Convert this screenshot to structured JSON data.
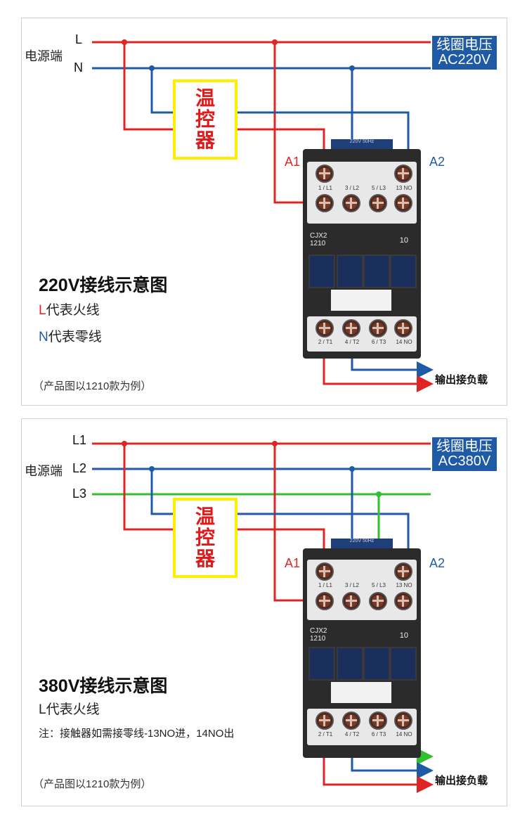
{
  "panel1": {
    "source_label": "电源端",
    "line_L": "L",
    "line_N": "N",
    "coil_line1": "线圈电压",
    "coil_line2": "AC220V",
    "thermostat": [
      "温",
      "控",
      "器"
    ],
    "a1": "A1",
    "a2": "A2",
    "title": "220V接线示意图",
    "legend_L_letter": "L",
    "legend_L_text": "代表火线",
    "legend_N_letter": "N",
    "legend_N_text": "代表零线",
    "footnote": "（产品图以1210款为例）",
    "output_label": "输出接负载",
    "contactor": {
      "rating": "220V 50Hz",
      "top_terminals": [
        "1 / L1",
        "3 / L2",
        "5 / L3",
        "13 NO"
      ],
      "bottom_terminals": [
        "2 / T1",
        "4 / T2",
        "6 / T3",
        "14 NO"
      ],
      "model_line1": "CJX2",
      "model_line2": "1210",
      "aux": "10"
    }
  },
  "panel2": {
    "source_label": "电源端",
    "line_L1": "L1",
    "line_L2": "L2",
    "line_L3": "L3",
    "coil_line1": "线圈电压",
    "coil_line2": "AC380V",
    "thermostat": [
      "温",
      "控",
      "器"
    ],
    "a1": "A1",
    "a2": "A2",
    "title": "380V接线示意图",
    "legend_L": "L代表火线",
    "note": "注：接触器如需接零线-13NO进，14NO出",
    "footnote": "（产品图以1210款为例）",
    "output_label": "输出接负载",
    "contactor": {
      "rating": "220V 50Hz",
      "top_terminals": [
        "1 / L1",
        "3 / L2",
        "5 / L3",
        "13 NO"
      ],
      "bottom_terminals": [
        "2 / T1",
        "4 / T2",
        "6 / T3",
        "14 NO"
      ],
      "model_line1": "CJX2",
      "model_line2": "1210",
      "aux": "10"
    }
  },
  "colors": {
    "live": "#e02424",
    "neutral": "#1f5aa6",
    "phase3": "#2fbf2f",
    "thermostat_border": "#ffee00"
  }
}
